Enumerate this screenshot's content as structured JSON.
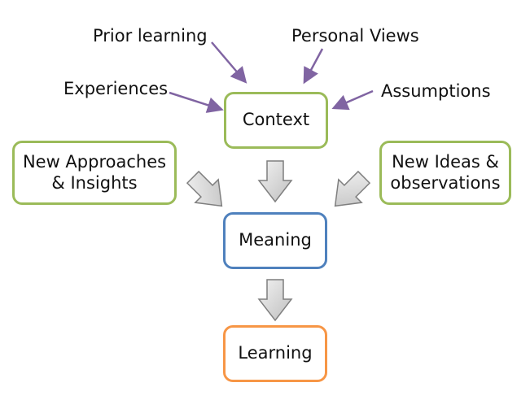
{
  "inputs": {
    "prior_learning": "Prior learning",
    "personal_views": "Personal Views",
    "experiences": "Experiences",
    "assumptions": "Assumptions"
  },
  "boxes": {
    "context": "Context",
    "new_approaches": "New Approaches\n& Insights",
    "new_ideas": "New Ideas &\nobservations",
    "meaning": "Meaning",
    "learning": "Learning"
  },
  "colors": {
    "context_border": "#9bbb59",
    "side_border": "#9bbb59",
    "meaning_border": "#4f81bd",
    "learning_border": "#f79646",
    "input_arrow": "#8064a2",
    "block_arrow_fill": "#d9d9d9",
    "block_arrow_stroke": "#7f7f7f"
  }
}
